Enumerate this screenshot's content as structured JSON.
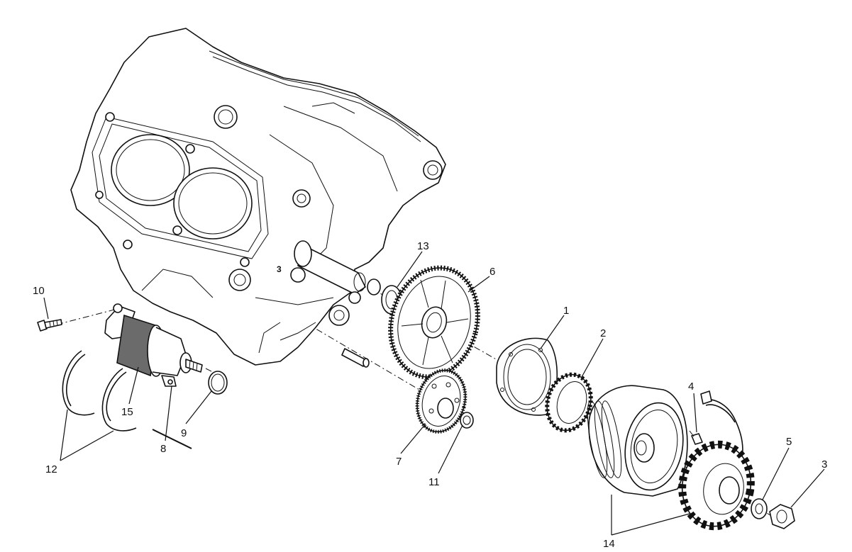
{
  "diagram": {
    "stamp_text": "3",
    "callouts": [
      {
        "id": "1",
        "label": "1"
      },
      {
        "id": "2",
        "label": "2"
      },
      {
        "id": "3",
        "label": "3"
      },
      {
        "id": "4",
        "label": "4"
      },
      {
        "id": "5",
        "label": "5"
      },
      {
        "id": "6",
        "label": "6"
      },
      {
        "id": "7",
        "label": "7"
      },
      {
        "id": "8",
        "label": "8"
      },
      {
        "id": "9",
        "label": "9"
      },
      {
        "id": "10",
        "label": "10"
      },
      {
        "id": "11",
        "label": "11"
      },
      {
        "id": "12",
        "label": "12"
      },
      {
        "id": "13",
        "label": "13"
      },
      {
        "id": "14",
        "label": "14"
      },
      {
        "id": "15",
        "label": "15"
      }
    ]
  }
}
